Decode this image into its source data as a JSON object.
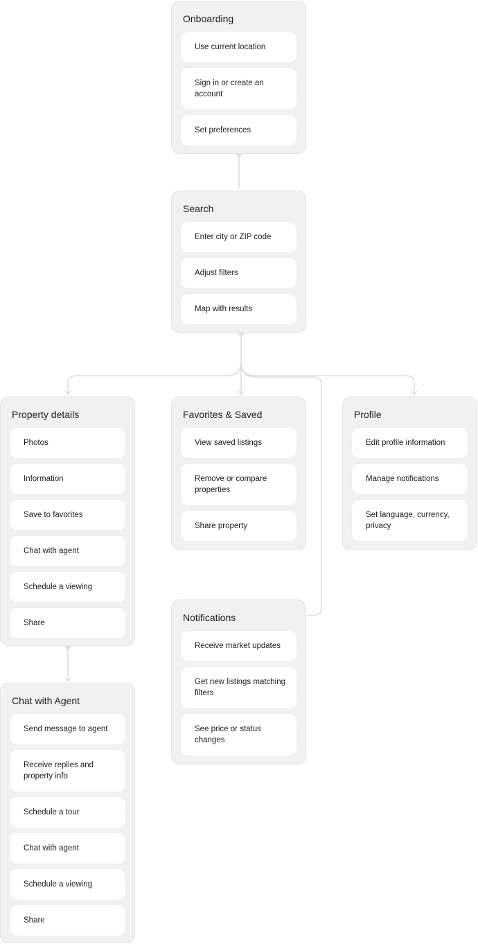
{
  "groups": {
    "onboarding": {
      "title": "Onboarding",
      "items": [
        "Use current location",
        "Sign in or create an account",
        "Set preferences"
      ]
    },
    "search": {
      "title": "Search",
      "items": [
        "Enter city or ZIP code",
        "Adjust filters",
        "Map with results"
      ]
    },
    "property_details": {
      "title": "Property details",
      "items": [
        "Photos",
        "Information",
        "Save to favorites",
        "Chat with agent",
        "Schedule a viewing",
        "Share"
      ]
    },
    "favorites": {
      "title": "Favorites & Saved",
      "items": [
        "View saved listings",
        "Remove or compare properties",
        "Share property"
      ]
    },
    "profile": {
      "title": "Profile",
      "items": [
        "Edit profile information",
        "Manage notifications",
        "Set language, currency, privacy"
      ]
    },
    "notifications": {
      "title": "Notifications",
      "items": [
        "Receive market updates",
        "Get new listings matching filters",
        "See price or status changes"
      ]
    },
    "chat_agent": {
      "title": "Chat with Agent",
      "items": [
        "Send message to agent",
        "Receive replies and property info",
        "Schedule a tour",
        "Chat with agent",
        "Schedule a viewing",
        "Share"
      ]
    }
  },
  "colors": {
    "card_background": "#f2f1f2",
    "item_background": "#ffffff",
    "connector": "#dddcde",
    "text": "#1c1c1e"
  }
}
